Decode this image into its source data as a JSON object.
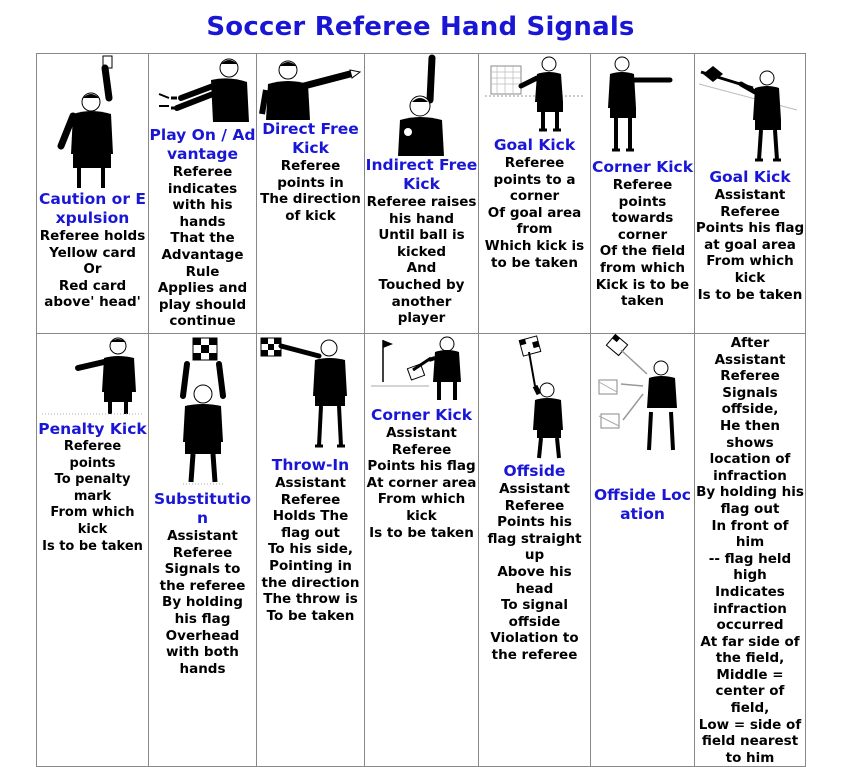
{
  "title": "Soccer Referee Hand Signals",
  "colors": {
    "heading": "#1a16d6",
    "text": "#000000",
    "grid": "#888888"
  },
  "row1": [
    {
      "heading": "Caution or Expulsion",
      "icon": "referee-raising-card-icon",
      "desc": "Referee holds\nYellow card\nOr\nRed card\nabove' head'"
    },
    {
      "heading": "Play On / Advantage",
      "icon": "referee-advantage-arms-icon",
      "desc": "Referee\nindicates\nwith his\nhands\nThat the\nAdvantage\nRule\nApplies and\nplay should\ncontinue"
    },
    {
      "heading": "Direct Free Kick",
      "icon": "referee-pointing-icon",
      "desc": "Referee\npoints in\nThe direction\nof kick"
    },
    {
      "heading": "Indirect Free Kick",
      "icon": "referee-arm-raised-icon",
      "desc": "Referee raises\nhis hand\nUntil ball is\nkicked\nAnd\nTouched by\nanother\nplayer"
    },
    {
      "heading": "Goal Kick",
      "icon": "referee-goal-kick-icon",
      "desc": "Referee\npoints to a\ncorner\nOf goal area\nfrom\nWhich kick is\nto be taken"
    },
    {
      "heading": "Corner Kick",
      "icon": "referee-corner-icon",
      "desc": "Referee\npoints\ntowards\ncorner\nOf the field\nfrom which\nKick is to be\ntaken"
    },
    {
      "heading": "Goal Kick",
      "icon": "assistant-flag-goal-area-icon",
      "desc": "Assistant\nReferee\nPoints his flag\nat goal area\nFrom which\nkick\nIs to be taken"
    }
  ],
  "row2": [
    {
      "heading": "Penalty Kick",
      "icon": "referee-penalty-point-icon",
      "desc": "Referee\npoints\nTo penalty\nmark\nFrom which\nkick\nIs to be taken"
    },
    {
      "heading": "Substitution",
      "icon": "assistant-flag-overhead-icon",
      "desc": "Assistant\nReferee\nSignals to\nthe referee\nBy holding\nhis flag\nOverhead\nwith both\nhands"
    },
    {
      "heading": "Throw-In",
      "icon": "assistant-flag-side-icon",
      "desc": "Assistant\nReferee\nHolds The\nflag out\nTo his side,\nPointing in\nthe direction\nThe throw is\nTo be taken"
    },
    {
      "heading": "Corner Kick",
      "icon": "assistant-flag-corner-icon",
      "desc": "Assistant\nReferee\nPoints his flag\nAt corner area\nFrom which\nkick\nIs to be taken"
    },
    {
      "heading": "Offside",
      "icon": "assistant-flag-up-icon",
      "desc": "Assistant\nReferee\nPoints his\nflag straight\nup\nAbove his\nhead\nTo signal\noffside\nViolation to\nthe referee"
    },
    {
      "heading": "Offside Location",
      "icon": "assistant-offside-location-icon",
      "desc": ""
    },
    {
      "heading": "",
      "icon": "",
      "desc": "After Assistant\nReferee\nSignals\noffside,\nHe then shows\nlocation of\ninfraction\nBy holding his\nflag out\nIn front of him\n-- flag held\nhigh\nIndicates\ninfraction\noccurred\nAt far side of\nthe field,\nMiddle =\ncenter of field,\nLow = side of\nfield nearest\nto him"
    }
  ]
}
